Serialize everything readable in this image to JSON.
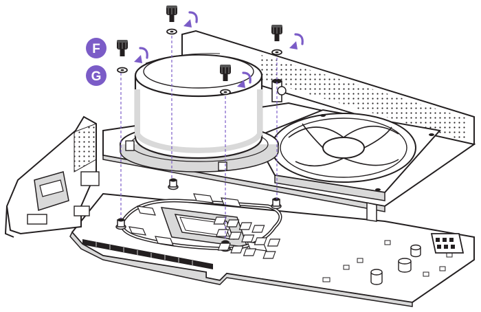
{
  "step_labels": {
    "f": "F",
    "g": "G"
  },
  "colors": {
    "accent": "#7b5cc7",
    "line": "#231f20",
    "pcb": "#ffffff",
    "shade": "#d9d9d9",
    "dark": "#231f20"
  },
  "icons": {
    "screw": "thumbscrew-icon",
    "washer": "washer-icon",
    "arrow": "curved-arrow-icon"
  },
  "parts": {
    "graphics_card": "graphics-card-pcb",
    "cooler_bracket": "perforated-cooler-bracket",
    "aio_pump": "aio-pump-block",
    "fan": "radiator-fan"
  }
}
